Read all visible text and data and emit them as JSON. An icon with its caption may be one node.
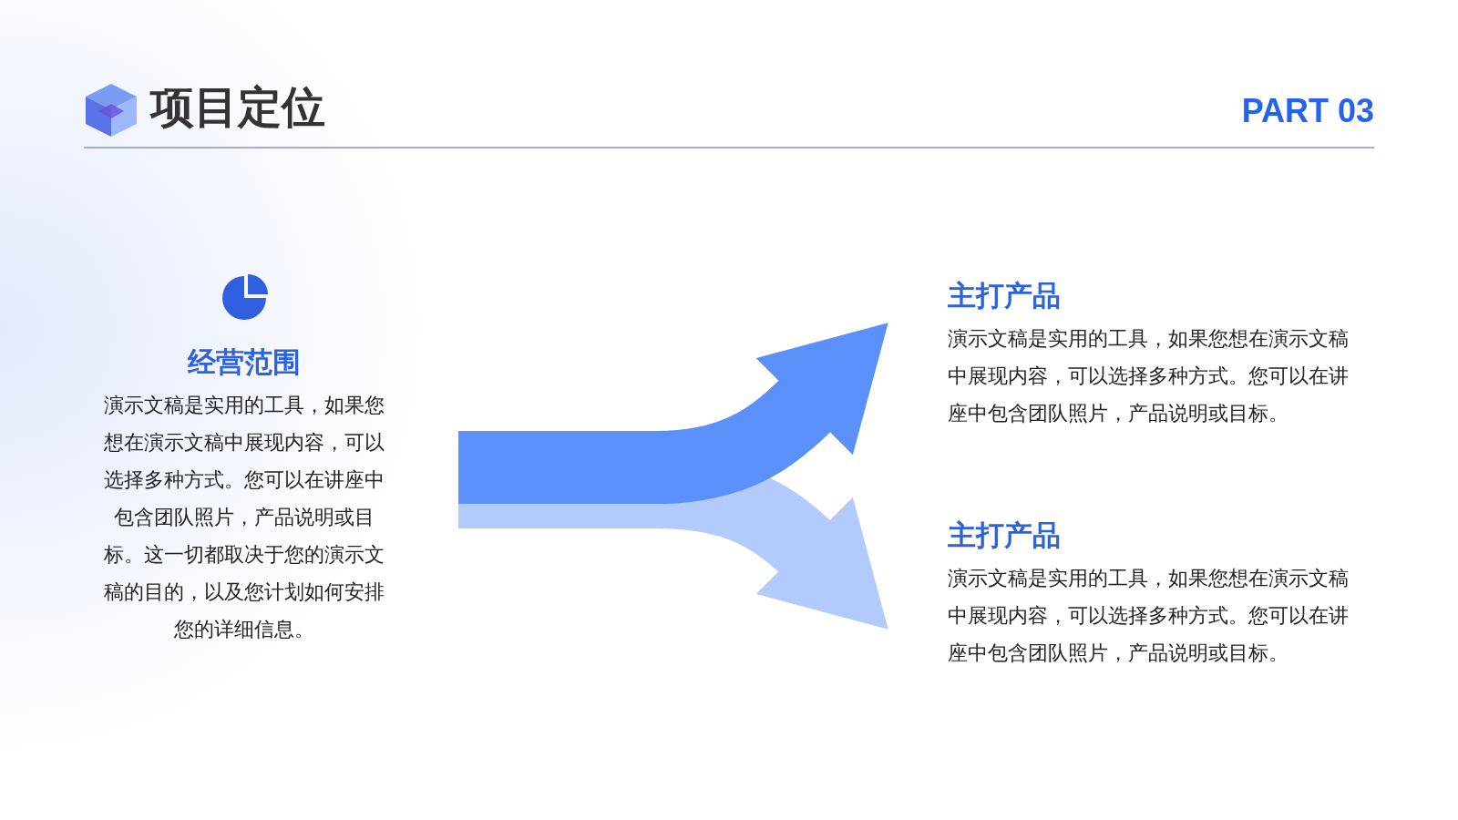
{
  "diagram": {
    "title": "项目定位",
    "nodes": [
      {
        "text": [
          "经营范围",
          "演示文稿是实用的工具，如果您想在演示文稿中展现内容，可以选择多种方式。您可以在讲座中包含团队照片，产品说明或目标。这一切都取决于您的演示文稿的目的，以及您计划如何安排您的详细信息。"
        ]
      },
      {
        "text": [
          "主打产品",
          "演示文稿是实用的工具，如果您想在演示文稿中展现内容，可以选择多种方式。您可以在讲座中包含团队照片，产品说明或目标。"
        ]
      },
      {
        "text": [
          "主打产品",
          "演示文稿是实用的工具，如果您想在演示文稿中展现内容，可以选择多种方式。您可以在讲座中包含团队照片，产品说明或目标。"
        ]
      }
    ],
    "edges": [
      {
        "from": 0,
        "to": 2,
        "arrow": "to",
        "color": "#b3cbfc"
      },
      {
        "from": 0,
        "to": 1,
        "arrow": "to",
        "color": "#5b8ff9"
      }
    ],
    "labels": [
      "PART 03"
    ]
  }
}
